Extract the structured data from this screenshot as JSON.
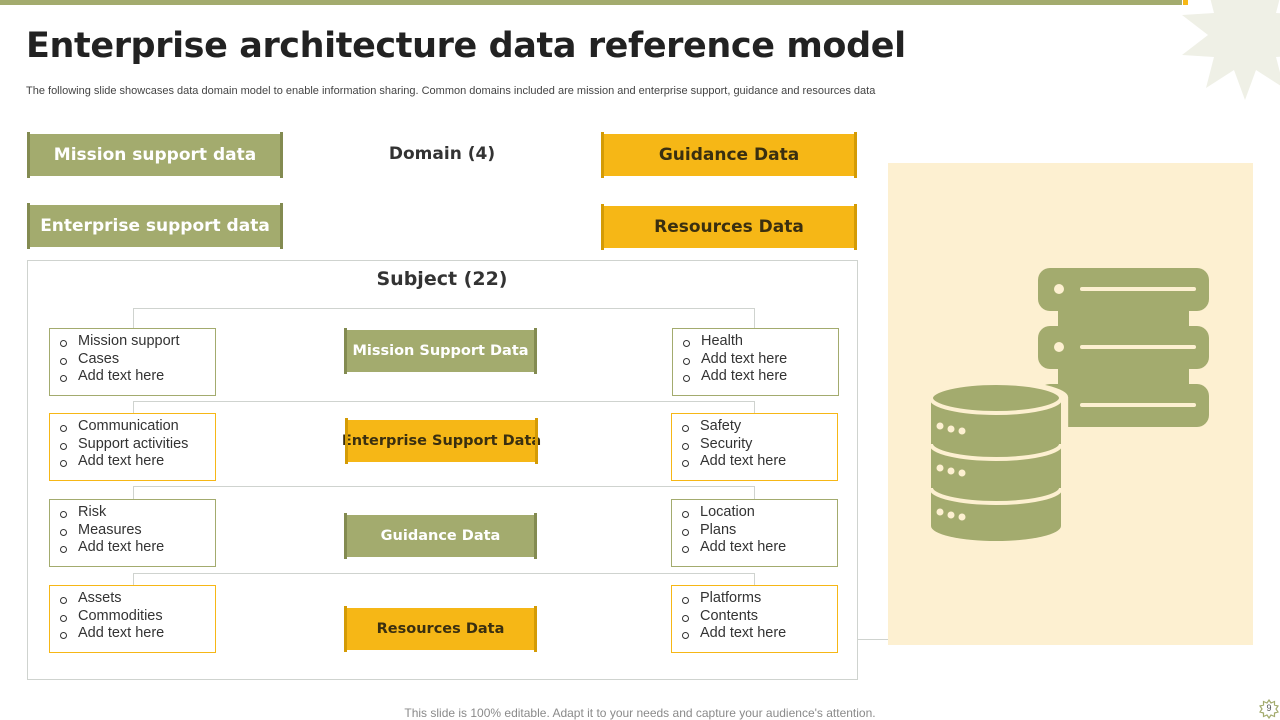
{
  "title": "Enterprise architecture data reference model",
  "subtitle": "The following slide showcases data domain model to enable information sharing. Common domains included are mission and enterprise support, guidance and resources data",
  "domain": {
    "label": "Domain (4)",
    "items": [
      "Mission support data",
      "Enterprise support data",
      "Guidance Data",
      "Resources Data"
    ]
  },
  "subject": {
    "label": "Subject (22)",
    "rows": [
      {
        "center": "Mission Support Data",
        "left": [
          "Mission support",
          "Cases",
          "Add text here"
        ],
        "right": [
          "Health",
          "Add text here",
          "Add text here"
        ]
      },
      {
        "center": "Enterprise Support Data",
        "left": [
          "Communication",
          "Support activities",
          "Add text here"
        ],
        "right": [
          "Safety",
          "Security",
          "Add text here"
        ]
      },
      {
        "center": "Guidance Data",
        "left": [
          "Risk",
          "Measures",
          "Add text here"
        ],
        "right": [
          "Location",
          "Plans",
          "Add text here"
        ]
      },
      {
        "center": "Resources Data",
        "left": [
          "Assets",
          "Commodities",
          "Add text here"
        ],
        "right": [
          "Platforms",
          "Contents",
          "Add text here"
        ]
      }
    ]
  },
  "icon": "database-server-icon",
  "footer": "This slide is 100% editable. Adapt it to your needs and capture your audience's attention.",
  "page_number": "9",
  "colors": {
    "olive": "#a3ab6e",
    "gold": "#f6b716",
    "panel": "#fdf0d1"
  }
}
